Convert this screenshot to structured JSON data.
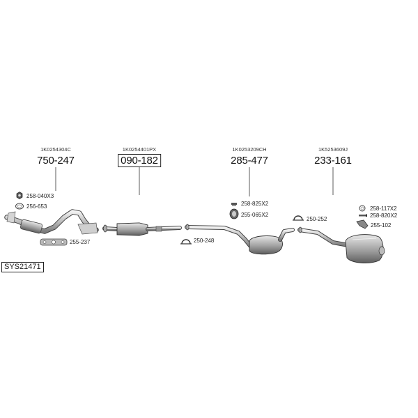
{
  "system_id": "SYS21471",
  "parts": [
    {
      "oe": "1K0254304C",
      "number": "750-247",
      "boxed": false
    },
    {
      "oe": "1K0254401PX",
      "number": "090-182",
      "boxed": true
    },
    {
      "oe": "1K0253209CH",
      "number": "285-477",
      "boxed": false
    },
    {
      "oe": "1K5253609J",
      "number": "233-161",
      "boxed": false
    }
  ],
  "accessories": {
    "a1": "258-040X3",
    "a2": "256-653",
    "a3": "255-237",
    "a4": "250-248",
    "a5": "258-825X2",
    "a6": "255-065X2",
    "a7": "250-252",
    "a8": "258-117X2",
    "a9": "258-820X2",
    "a10": "255-102"
  }
}
